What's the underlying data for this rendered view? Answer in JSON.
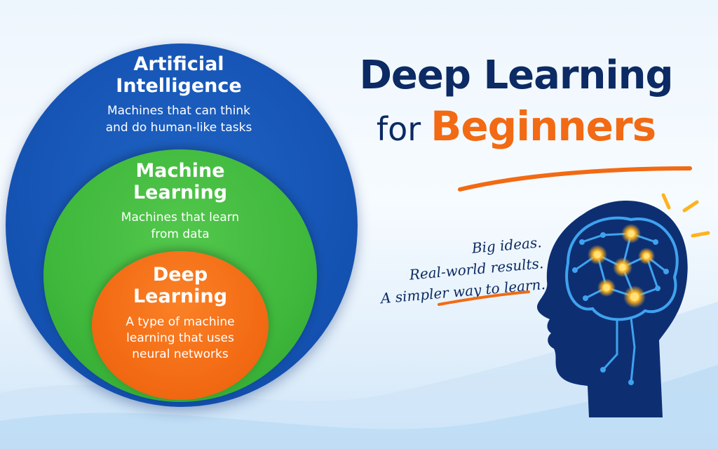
{
  "colors": {
    "ai_blue": "#1553b3",
    "ml_green": "#3fb83c",
    "dl_orange": "#f26a13",
    "navy": "#0c2a63",
    "head_navy": "#0d2f72",
    "circuit_blue": "#3fa2ef",
    "node_glow": "#ffb21f"
  },
  "circles": {
    "ai": {
      "title_line1": "Artificial",
      "title_line2": "Intelligence",
      "desc_line1": "Machines that can think",
      "desc_line2": "and do human-like tasks"
    },
    "ml": {
      "title_line1": "Machine",
      "title_line2": "Learning",
      "desc_line1": "Machines that learn",
      "desc_line2": "from data"
    },
    "dl": {
      "title_line1": "Deep",
      "title_line2": "Learning",
      "desc_line1": "A type of machine",
      "desc_line2": "learning that uses",
      "desc_line3": "neural networks"
    }
  },
  "headline": {
    "line1": "Deep Learning",
    "for_word": "for",
    "highlight": "Beginners"
  },
  "tagline": {
    "line1": "Big ideas.",
    "line2": "Real-world results.",
    "line3": "A simpler way to learn."
  },
  "icons": {
    "head": "brain-head-icon",
    "sparks": "spark-lines-icon"
  }
}
